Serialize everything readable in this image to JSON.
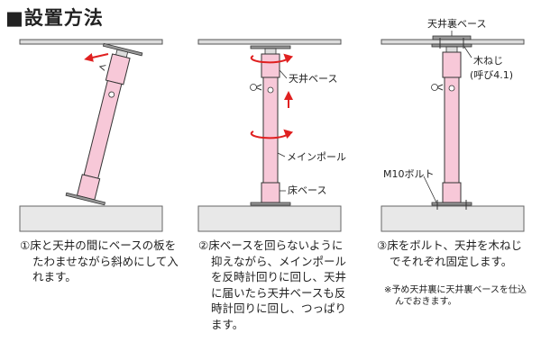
{
  "header": {
    "title": "■設置方法"
  },
  "labels": {
    "ceiling_base": "天井ベース",
    "main_pole": "メインポール",
    "floor_base": "床ベース",
    "ceiling_back_base": "天井裏ベース",
    "wood_screw": "木ねじ",
    "wood_screw_size": "(呼び4.1)",
    "bolt": "M10ボルト"
  },
  "captions": [
    {
      "text": "①床と天井の間にベースの板をたわませながら斜めにして入れます。"
    },
    {
      "text": "②床ベースを回らないように抑えながら、メインポールを反時計回りに回し、天井に届いたら天井ベースも反時計回りに回し、つっぱります。"
    },
    {
      "text": "③床をボルト、天井を木ねじでそれぞれ固定します。"
    }
  ],
  "note": "※予め天井裏に天井裏ベースを仕込んでおきます。",
  "colors": {
    "pole": "#f7c8d8",
    "arrow": "#e02020",
    "floor": "#e8e8e8",
    "ceiling": "#dcdcdc",
    "line": "#333333"
  }
}
